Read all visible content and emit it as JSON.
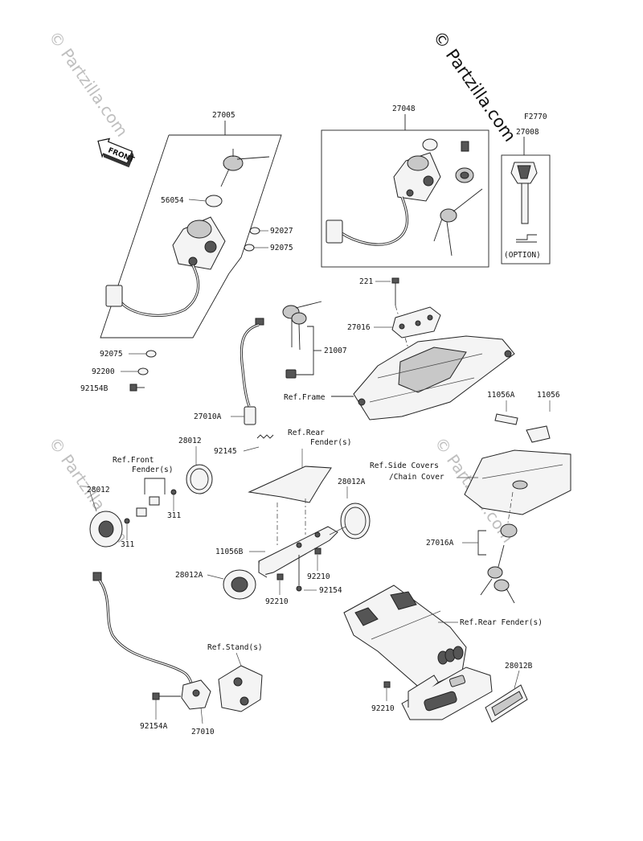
{
  "diagram_code": "F2770",
  "watermarks": {
    "main": "© Partzilla.com",
    "faint": "© Partzilla.com"
  },
  "front_arrow": "FRONT",
  "option_label": "(OPTION)",
  "labels": {
    "p27005": "27005",
    "p27048": "27048",
    "p27008": "27008",
    "p56054": "56054",
    "p92027": "92027",
    "p92075a": "92075",
    "p92075b": "92075",
    "p92200": "92200",
    "p92154b": "92154B",
    "p221": "221",
    "p27016": "27016",
    "p21007": "21007",
    "ref_frame": "Ref.Frame",
    "p27010a": "27010A",
    "p11056a": "11056A",
    "p11056": "11056",
    "ref_rear_fender_1": "Ref.Rear",
    "ref_rear_fender_2": "Fender(s)",
    "p28012a_1": "28012",
    "ref_front_fender_1": "Ref.Front",
    "ref_front_fender_2": "Fender(s)",
    "p92145": "92145",
    "ref_side_covers_1": "Ref.Side Covers",
    "ref_side_covers_2": "/Chain Cover",
    "p28012b_1": "28012",
    "p311a": "311",
    "p311b": "311",
    "p28012A_1": "28012A",
    "p11056B": "11056B",
    "p27016A": "27016A",
    "p28012A_2": "28012A",
    "p92210a": "92210",
    "p92154": "92154",
    "p92210b": "92210",
    "ref_rear_fender_3": "Ref.Rear Fender(s)",
    "ref_stand": "Ref.Stand(s)",
    "p28012B": "28012B",
    "p92154A": "92154A",
    "p27010": "27010",
    "p92210c": "92210"
  }
}
